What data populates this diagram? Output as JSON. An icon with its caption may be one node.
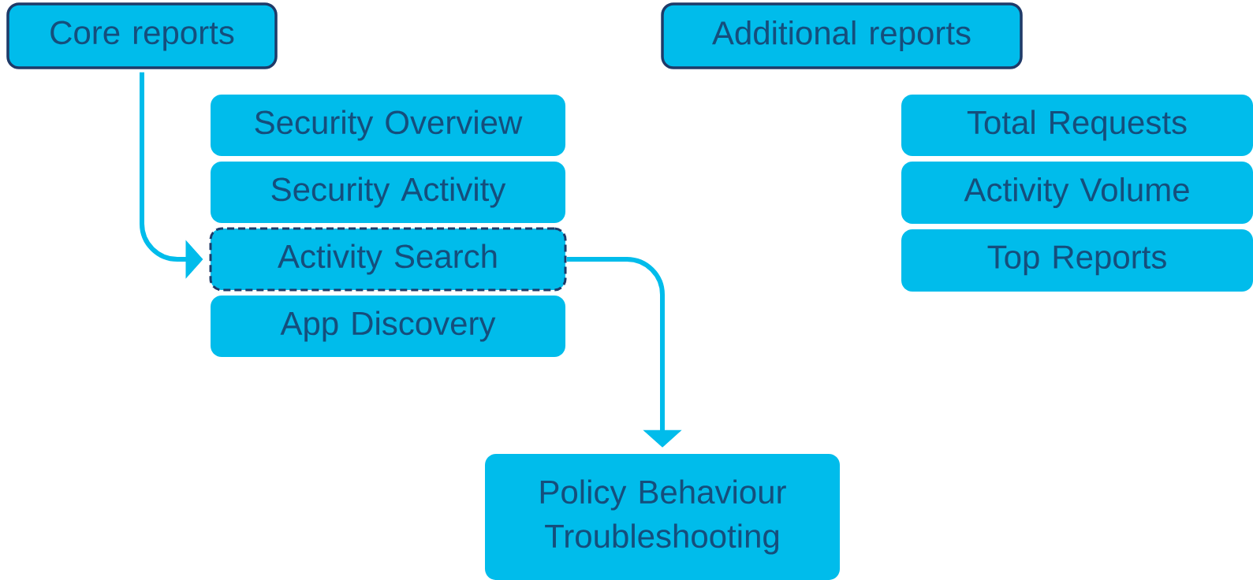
{
  "diagram": {
    "nodes": [
      {
        "text": [
          "Core reports"
        ]
      },
      {
        "text": [
          "Additional reports"
        ]
      },
      {
        "text": [
          "Security Overview"
        ]
      },
      {
        "text": [
          "Security Activity"
        ]
      },
      {
        "text": [
          "Activity Search"
        ]
      },
      {
        "text": [
          "App Discovery"
        ]
      },
      {
        "text": [
          "Total Requests"
        ]
      },
      {
        "text": [
          "Activity Volume"
        ]
      },
      {
        "text": [
          "Top Reports"
        ]
      },
      {
        "text": [
          "Policy Behaviour Troubleshooting"
        ]
      }
    ],
    "edges": [
      {
        "from": 0,
        "to": 4,
        "arrow": "to"
      },
      {
        "from": 4,
        "to": 9,
        "arrow": "to"
      }
    ]
  }
}
